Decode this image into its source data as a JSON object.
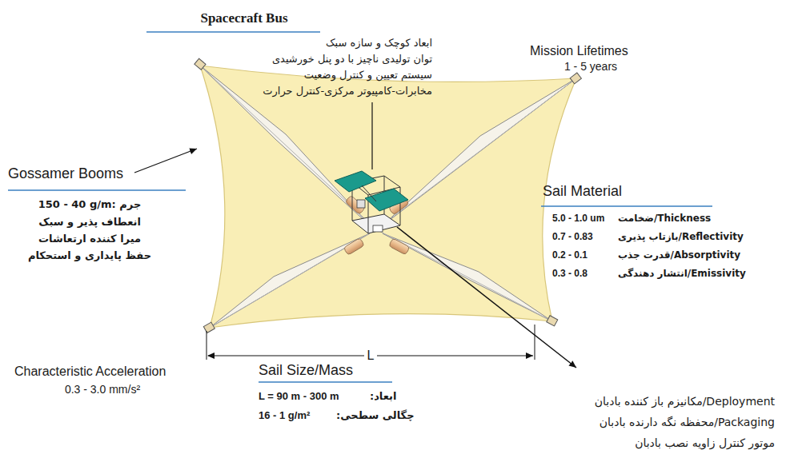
{
  "diagram": {
    "labels": [
      "Spacecraft Bus",
      "ابعاد کوچک و سازه سبک",
      "توان تولیدی ناچیز با دو پنل خورشیدی",
      "سیستم تعیین و کنترل وضعیت",
      "مخابرات-کامپیوتر مرکزی-کنترل حرارت",
      "Mission Lifetimes",
      "1 - 5 years",
      "Gossamer Booms",
      "150 - 40 g/m: جرم",
      "انعطاف پذیر و سبک",
      "میرا کننده ارتعاشات",
      "حفظ پایداری و استحکام",
      "Sail Material",
      "5.0 - 1.0 um",
      "ضخامت/Thickness",
      "0.7 - 0.83",
      "بازتاب پذیری/Reflectivity",
      "0.2 - 0.1",
      "قدرت جذب/Absorptivity",
      "0.3 - 0.8",
      "انتشار دهندگی/Emissivity",
      "L",
      "Characteristic Acceleration",
      "0.3 - 3.0 mm/s²",
      "Sail Size/Mass",
      "L = 90 m - 300 m",
      "ابعاد:",
      "16 - 1 g/m²",
      "چگالی سطحی:",
      "مکانیزم باز کننده بادبان/Deployment",
      "محفظه نگه دارنده بادبان/Packaging",
      "موتور کنترل زاویه نصب بادبان"
    ]
  }
}
